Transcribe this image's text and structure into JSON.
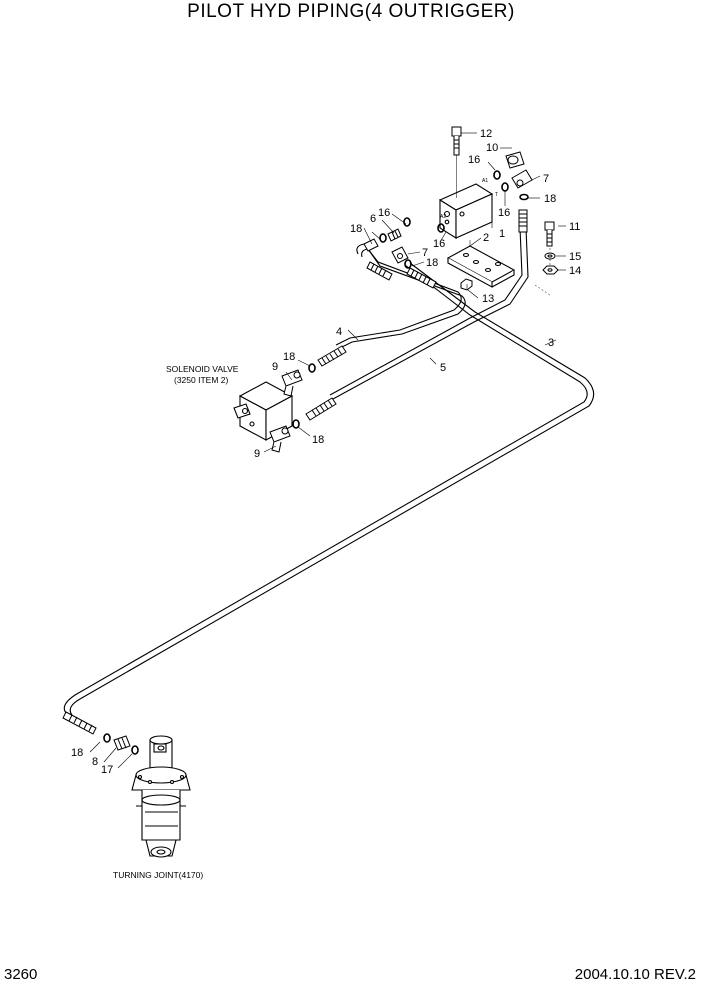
{
  "title": "PILOT HYD PIPING(4 OUTRIGGER)",
  "page_number": "3260",
  "revision": "2004.10.10  REV.2",
  "captions": {
    "solenoid_line1": "SOLENOID VALVE",
    "solenoid_line2": "(3250 ITEM 2)",
    "turning_joint": "TURNING JOINT(4170)"
  },
  "callouts": [
    "12",
    "10",
    "16",
    "7",
    "18",
    "16",
    "6",
    "16",
    "18",
    "1",
    "2",
    "11",
    "15",
    "14",
    "7",
    "18",
    "13",
    "4",
    "18",
    "9",
    "5",
    "3",
    "9",
    "18",
    "18",
    "8",
    "17",
    "16"
  ]
}
